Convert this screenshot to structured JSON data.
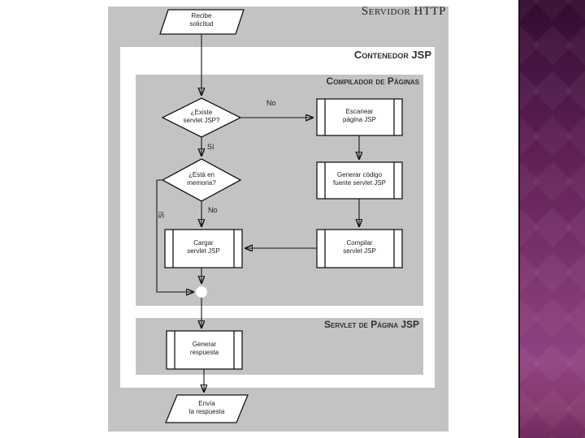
{
  "header": {
    "title": "Servidor HTTP"
  },
  "sections": {
    "contenedor": "Contenedor JSP",
    "compilador": "Compilador de Páginas",
    "servlet": "Servlet de Página JSP"
  },
  "nodes": {
    "recibe": "Recibe\nsolicitud",
    "existe": "¿Existe\nservlet JSP?",
    "escanear": "Escanear\npágina JSP",
    "generar_codigo": "Generar código\nfuente servlet JSP",
    "memoria": "¿Está en\nmemoria?",
    "compilar": "Compilar\nservlet JSP",
    "cargar": "Cargar\nservlet JSP",
    "respuesta": "Generar\nrespuesta",
    "envia": "Envía\nla respuesta"
  },
  "edges": {
    "existe_no": "No",
    "existe_si": "Sí",
    "memoria_no": "No",
    "memoria_si": "Sí"
  },
  "colors": {
    "panel_gray": "#c3c3c3",
    "node_fill": "#ffffff",
    "line": "#161616",
    "stripe_top": "#310b2d",
    "stripe_mid": "#8e4281",
    "stripe_bottom": "#702b5e"
  }
}
